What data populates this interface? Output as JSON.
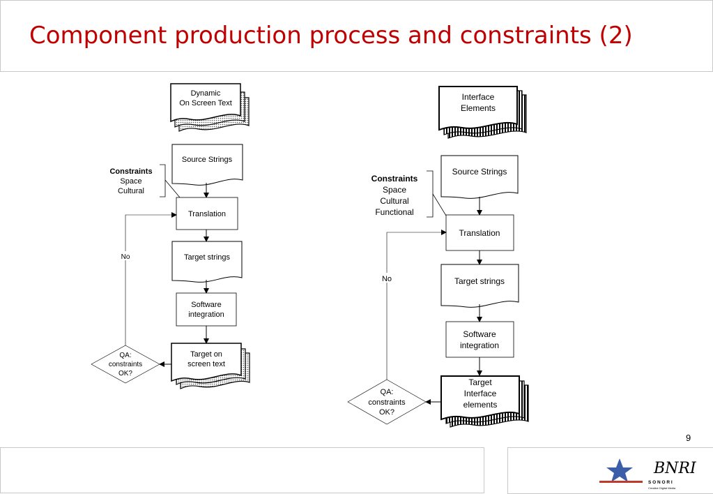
{
  "slide": {
    "title": "Component production process and constraints (2)",
    "page_number": "9"
  },
  "left_flow": {
    "source_doc_lines": [
      "Dynamic",
      "On Screen Text"
    ],
    "source_strings": "Source Strings",
    "constraints_title": "Constraints",
    "constraints_items": [
      "Space",
      "Cultural"
    ],
    "translation": "Translation",
    "target_strings": "Target strings",
    "software_integration_lines": [
      "Software",
      "integration"
    ],
    "target_doc_lines": [
      "Target on",
      "screen text"
    ],
    "qa_lines": [
      "QA:",
      "constraints",
      "OK?"
    ],
    "no_label": "No"
  },
  "right_flow": {
    "source_doc_lines": [
      "Interface",
      "Elements"
    ],
    "source_strings": "Source Strings",
    "constraints_title": "Constraints",
    "constraints_items": [
      "Space",
      "Cultural",
      "Functional"
    ],
    "translation": "Translation",
    "target_strings": "Target strings",
    "software_integration_lines": [
      "Software",
      "integration"
    ],
    "target_doc_lines": [
      "Target",
      "Interface",
      "elements"
    ],
    "qa_lines": [
      "QA:",
      "constraints",
      "OK?"
    ],
    "no_label": "No"
  },
  "logo": {
    "brand_script": "BNRI",
    "brand_word": "S O N O R I",
    "tagline": "Creative Digital Media",
    "colors": {
      "star": "#3a5fa8",
      "bar": "#c0392b",
      "script": "#8aa24a",
      "word": "#7a3b7a"
    }
  }
}
